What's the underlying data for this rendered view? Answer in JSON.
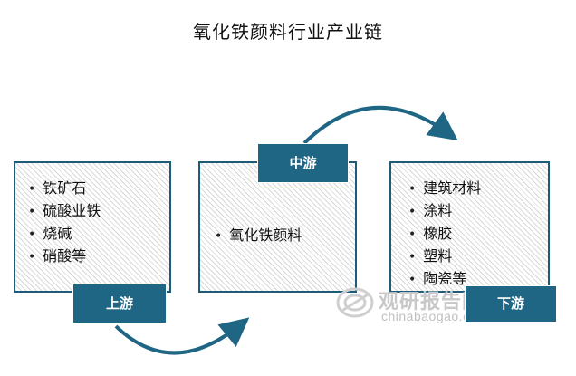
{
  "title": "氧化铁颜料行业产业链",
  "upstream": {
    "label": "上游",
    "items": [
      "铁矿石",
      "硫酸业铁",
      "烧碱",
      "硝酸等"
    ]
  },
  "midstream": {
    "label": "中游",
    "items": [
      "氧化铁颜料"
    ]
  },
  "downstream": {
    "label": "下游",
    "items": [
      "建筑材料",
      "涂料",
      "橡胶",
      "塑料",
      "陶瓷等"
    ]
  },
  "watermark": {
    "name": "观研报告网",
    "url": "chinabaogao.com"
  },
  "colors": {
    "accent": "#1f6584",
    "border": "#1d5b78"
  }
}
